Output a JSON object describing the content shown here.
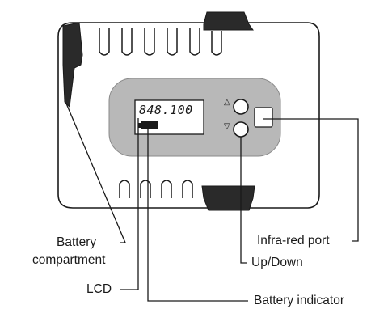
{
  "device": {
    "lcd_reading": "848.100",
    "up_arrow": "△",
    "down_arrow": "▽"
  },
  "callouts": {
    "battery_compartment_line1": "Battery",
    "battery_compartment_line2": "compartment",
    "lcd": "LCD",
    "battery_indicator": "Battery indicator",
    "infra_red_port": "Infra-red port",
    "up_down": "Up/Down"
  },
  "colors": {
    "outline": "#1a1a1a",
    "panel": "#b8b8b8",
    "dark_part": "#2a2a2a",
    "lcd_screen": "#ffffff"
  }
}
